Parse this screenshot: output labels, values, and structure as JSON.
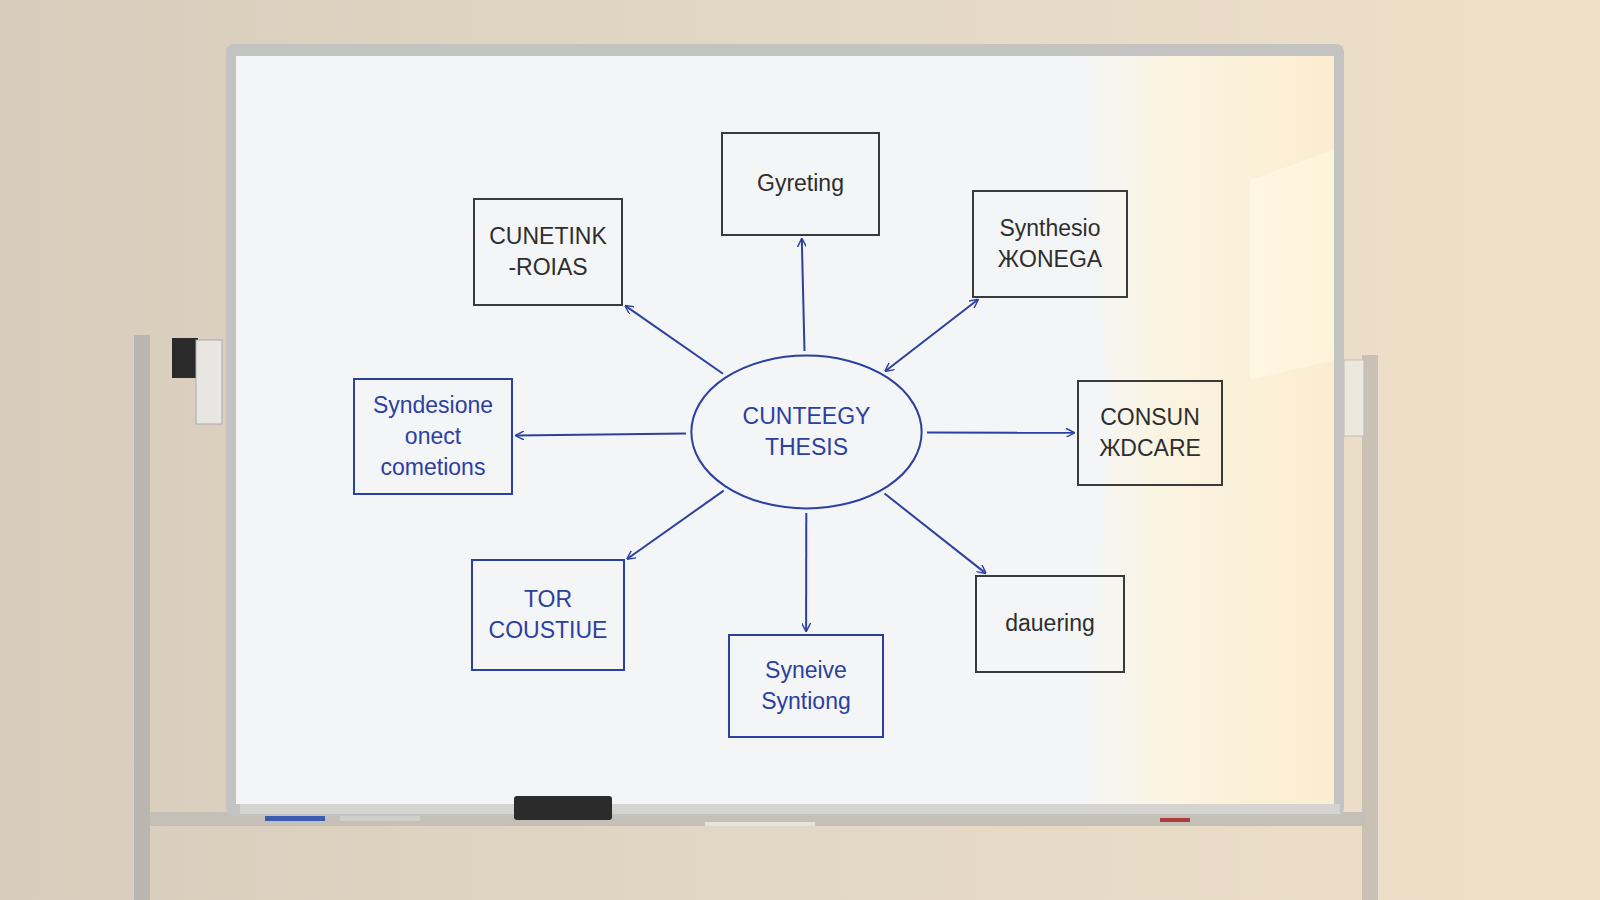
{
  "diagram": {
    "nodes": [
      {
        "text": [
          "Gyreting"
        ]
      },
      {
        "text": [
          "CUNETINK -ROIAS"
        ]
      },
      {
        "text": [
          "Synthesio ЖONEGA"
        ]
      },
      {
        "text": [
          "Syndesione onect cometions"
        ]
      },
      {
        "text": [
          "CUNTEEGY THESIS"
        ]
      },
      {
        "text": [
          "CONSUN ЖDCARE"
        ]
      },
      {
        "text": [
          "TOR COUSTIUE"
        ]
      },
      {
        "text": [
          "Syneive Syntiong"
        ]
      },
      {
        "text": [
          "dauering"
        ]
      }
    ],
    "edges": [
      {
        "from": 4,
        "to": 0,
        "arrow": "to"
      },
      {
        "from": 4,
        "to": 1,
        "arrow": "to"
      },
      {
        "from": 4,
        "to": 2,
        "arrow": "both"
      },
      {
        "from": 4,
        "to": 3,
        "arrow": "to"
      },
      {
        "from": 4,
        "to": 5,
        "arrow": "to"
      },
      {
        "from": 4,
        "to": 6,
        "arrow": "to"
      },
      {
        "from": 4,
        "to": 7,
        "arrow": "to"
      },
      {
        "from": 4,
        "to": 8,
        "arrow": "to"
      }
    ]
  }
}
